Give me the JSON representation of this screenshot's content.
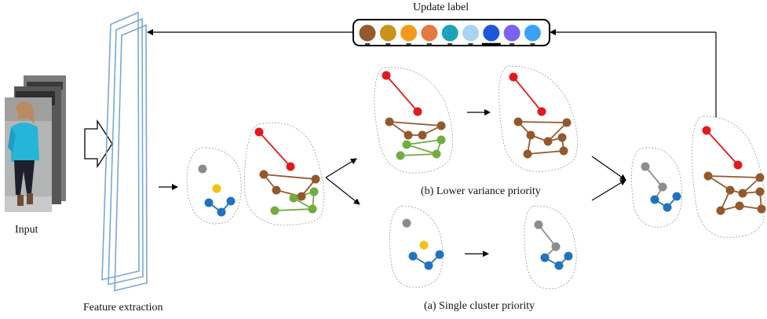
{
  "labels": {
    "update_label": "Update label",
    "input": "Input",
    "feature_extraction": "Feature extraction",
    "lower_variance": "(b) Lower variance priority",
    "single_cluster": "(a) Single cluster priority"
  },
  "palette": [
    "#94592c",
    "#c8921b",
    "#f39a1c",
    "#e47a40",
    "#1aa3b9",
    "#a9d4f3",
    "#1c57d8",
    "#7a63f0",
    "#3aa2f4"
  ],
  "colors": {
    "red": "#e3191b",
    "brown": "#93592c",
    "green": "#71ac3f",
    "blue": "#1f74bd",
    "gray": "#8c8c8c",
    "yellow": "#f2c112",
    "frame": "#7aa7d6"
  }
}
